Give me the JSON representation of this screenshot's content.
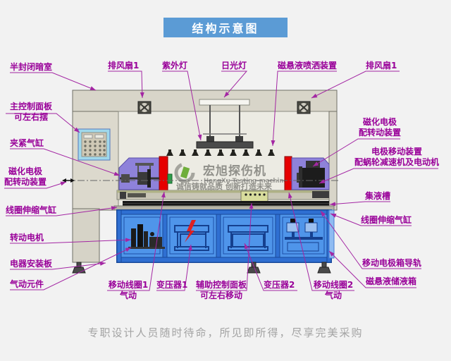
{
  "title": "结构示意图",
  "labels": {
    "left": [
      {
        "text": "半封闭暗室"
      },
      {
        "text": "主控制面板\n可左右摆"
      },
      {
        "text": "夹紧气缸"
      },
      {
        "text": "磁化电极\n配转动装置"
      },
      {
        "text": "线圈伸缩气缸"
      },
      {
        "text": "转动电机"
      },
      {
        "text": "电器安装板"
      },
      {
        "text": "气动元件"
      }
    ],
    "top": [
      {
        "text": "排风扇1"
      },
      {
        "text": "紫外灯"
      },
      {
        "text": "日光灯"
      },
      {
        "text": "磁悬液喷洒装置"
      },
      {
        "text": "排风扇1"
      }
    ],
    "right": [
      {
        "text": "磁化电极\n配转动装置"
      },
      {
        "text": "电极移动装置\n配蜗轮减速机及电动机"
      },
      {
        "text": "集液槽"
      },
      {
        "text": "线圈伸缩气缸"
      },
      {
        "text": "移动电极箱导轨"
      },
      {
        "text": "磁悬液储液箱"
      }
    ],
    "bottom": [
      {
        "text": "移动线圈1\n气动"
      },
      {
        "text": "变压器1"
      },
      {
        "text": "辅助控制面板\n可左右移动"
      },
      {
        "text": "变压器2"
      },
      {
        "text": "移动线圈2\n气动"
      }
    ]
  },
  "watermark": {
    "brand_cn": "宏旭探伤机",
    "brand_en": "HongXu Testing-machine",
    "slogan": "诚信铸就品质  创新打造未来"
  },
  "footer": "专职设计人员随时待命，所见即所得，尽享完美采购",
  "colors": {
    "title_bg": "#5b9bd5",
    "label_text": "#990099",
    "leader_line": "#a326a3",
    "coil_red": "#e60000",
    "darkroom_purple": "#8e82da",
    "cabinet_blue": "#4f95ea"
  }
}
